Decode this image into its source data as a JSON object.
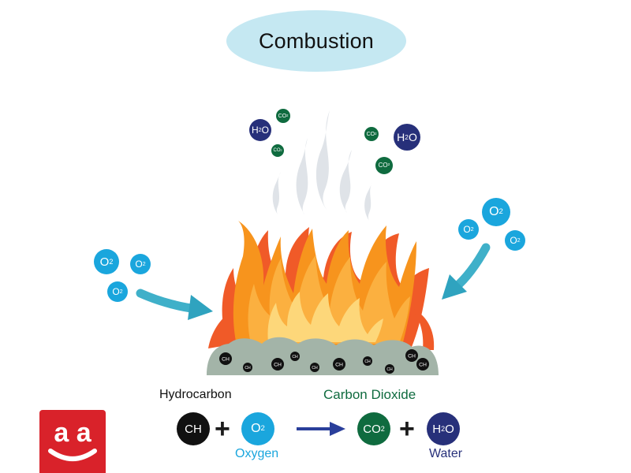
{
  "title": "Combustion",
  "colors": {
    "oxygen": "#1aa6dd",
    "carbon_dioxide": "#0f6b3f",
    "water": "#27307a",
    "hydrocarbon": "#111111",
    "arrow": "#2a3f9b",
    "title_bg": "#c5e8f2",
    "logo_bg": "#d9222a"
  },
  "molecules": {
    "ch": "CH",
    "o2": {
      "main": "O",
      "sub": "2"
    },
    "co2": {
      "main": "CO",
      "sub": "2"
    },
    "h2o": {
      "pre": "H",
      "sub": "2",
      "post": "O"
    }
  },
  "equation": {
    "hydrocarbon_label": "Hydrocarbon",
    "oxygen_label": "Oxygen",
    "carbon_dioxide_label": "Carbon Dioxide",
    "water_label": "Water",
    "plus": "+"
  },
  "logo": {
    "text": "a a",
    "icon": "smile-logo-icon"
  }
}
